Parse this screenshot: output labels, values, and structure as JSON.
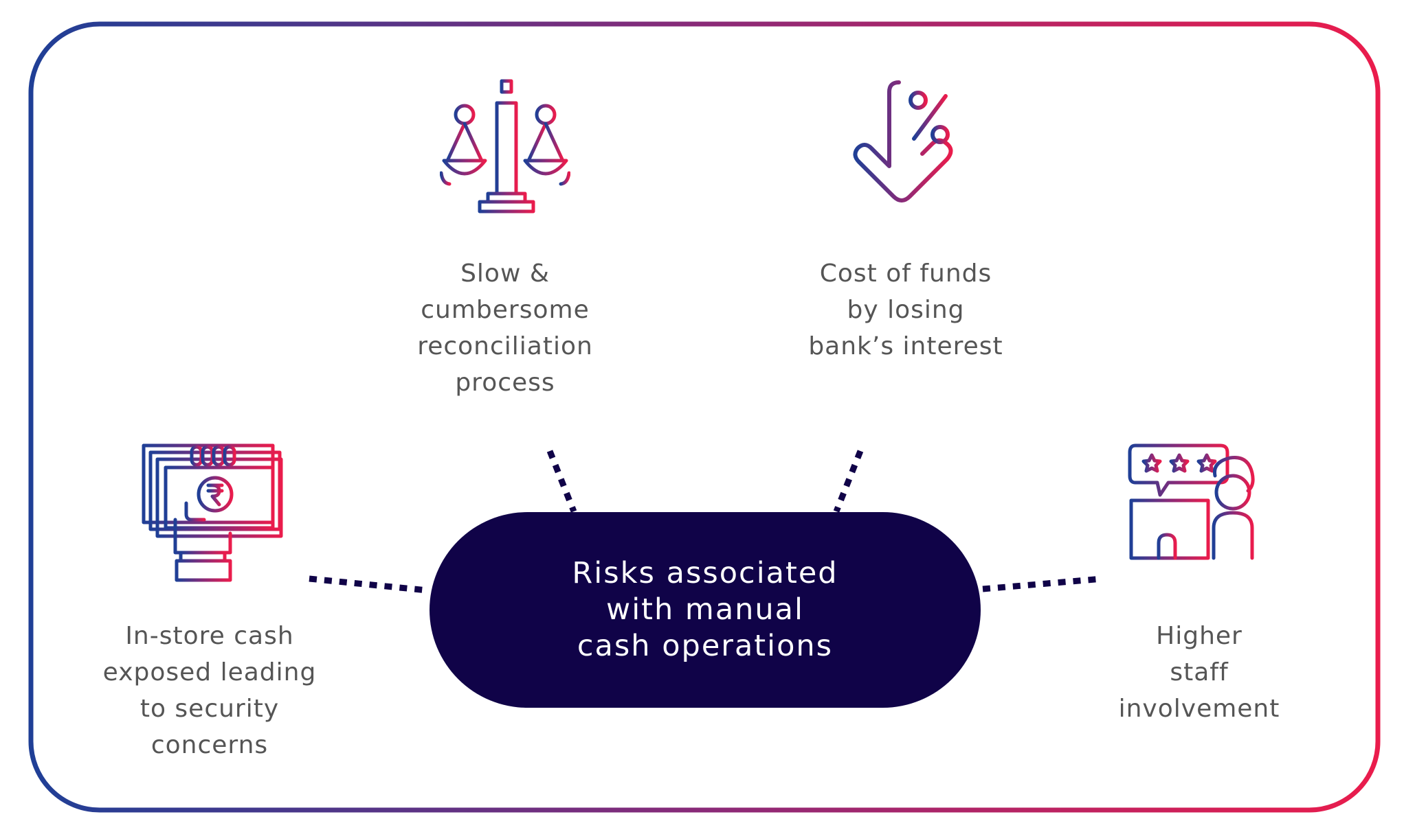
{
  "colors": {
    "gradient_start": "#1f3f96",
    "gradient_mid": "#8a2a78",
    "gradient_end": "#ea1c4c",
    "center_fill": "#100348",
    "text_gray": "#555555",
    "connector": "#100348"
  },
  "center": {
    "lines": [
      "Risks associated",
      "with manual",
      "cash operations"
    ]
  },
  "risks": [
    {
      "icon": "balance-scale-icon",
      "lines": [
        "Slow &",
        "cumbersome",
        "reconciliation",
        "process"
      ]
    },
    {
      "icon": "percent-down-arrow-icon",
      "lines": [
        "Cost of funds",
        "by losing",
        "bank’s interest"
      ]
    },
    {
      "icon": "hand-holding-rupee-cash-icon",
      "lines": [
        "In-store cash",
        "exposed leading",
        "to security",
        "concerns"
      ]
    },
    {
      "icon": "staff-at-computer-rating-icon",
      "lines": [
        "Higher",
        "staff",
        "involvement"
      ]
    }
  ]
}
